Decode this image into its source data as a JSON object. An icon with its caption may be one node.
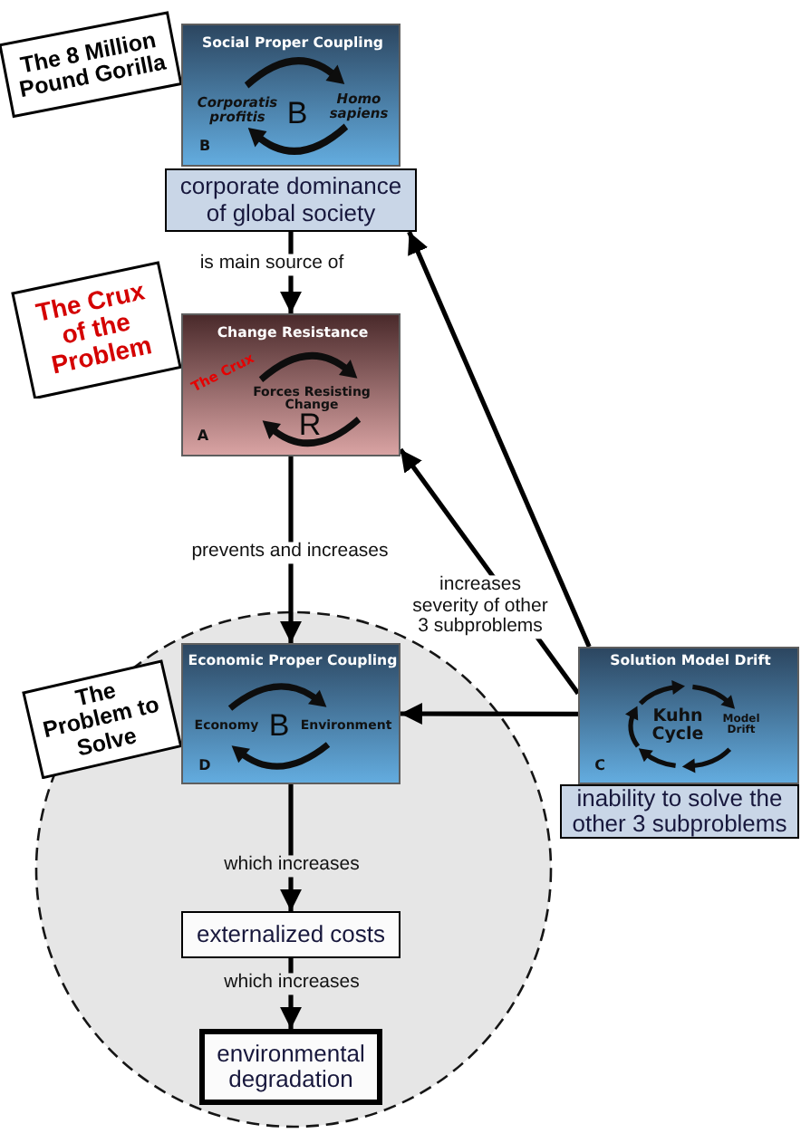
{
  "diagram": {
    "nodes": [
      {
        "text": [
          "The 8 Million Pound Gorilla"
        ]
      },
      {
        "text": [
          "Social Proper Coupling",
          "Corporatis profitis",
          "B",
          "Homo sapiens",
          "B"
        ]
      },
      {
        "text": [
          "corporate dominance of global society"
        ]
      },
      {
        "text": [
          "The Crux of the Problem"
        ]
      },
      {
        "text": [
          "Change Resistance",
          "The Crux",
          "Forces Resisting Change",
          "R",
          "A"
        ]
      },
      {
        "text": [],
        "shape": "circle"
      },
      {
        "text": [
          "The Problem to Solve"
        ]
      },
      {
        "text": [
          "Economic Proper Coupling",
          "Economy",
          "B",
          "Environment",
          "D"
        ],
        "in": 5
      },
      {
        "text": [
          "Solution Model Drift",
          "Kuhn Cycle",
          "Model Drift",
          "C"
        ]
      },
      {
        "text": [
          "inability to solve the other 3 subproblems"
        ]
      },
      {
        "text": [
          "externalized costs"
        ],
        "in": 5
      },
      {
        "text": [
          "environmental degradation"
        ],
        "in": 5
      }
    ],
    "edges": [
      {
        "from": 2,
        "to": 4,
        "arrow": "to",
        "label": "is main source of"
      },
      {
        "from": 4,
        "to": 7,
        "arrow": "to",
        "label": "prevents and increases"
      },
      {
        "from": 8,
        "to": 2,
        "arrow": "to"
      },
      {
        "from": 8,
        "to": 4,
        "arrow": "to",
        "label": "increases severity of other 3 subproblems"
      },
      {
        "from": 8,
        "to": 7,
        "arrow": "to"
      },
      {
        "from": 7,
        "to": 10,
        "arrow": "to",
        "label": "which increases"
      },
      {
        "from": 10,
        "to": 11,
        "arrow": "to",
        "label": "which increases"
      }
    ]
  }
}
